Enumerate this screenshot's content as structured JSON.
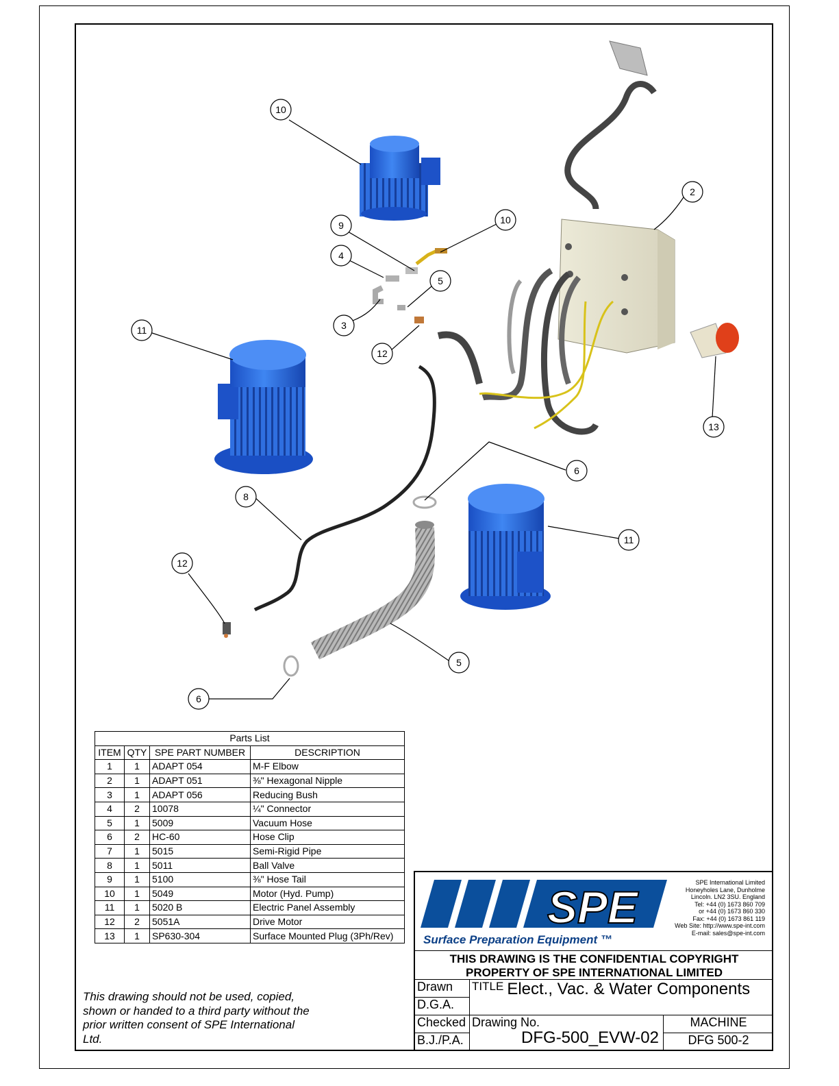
{
  "balloons": [
    "10",
    "10",
    "9",
    "4",
    "5",
    "3",
    "12",
    "11",
    "2",
    "13",
    "6",
    "8",
    "11",
    "12",
    "5",
    "6"
  ],
  "parts_list": {
    "caption": "Parts List",
    "headers": [
      "ITEM",
      "QTY",
      "SPE PART NUMBER",
      "DESCRIPTION"
    ],
    "rows": [
      [
        "1",
        "1",
        "ADAPT 054",
        "M-F Elbow"
      ],
      [
        "2",
        "1",
        "ADAPT 051",
        "⅜\" Hexagonal Nipple"
      ],
      [
        "3",
        "1",
        "ADAPT 056",
        "Reducing Bush"
      ],
      [
        "4",
        "2",
        "10078",
        "¼\" Connector"
      ],
      [
        "5",
        "1",
        "5009",
        "Vacuum Hose"
      ],
      [
        "6",
        "2",
        "HC-60",
        "Hose Clip"
      ],
      [
        "7",
        "1",
        "5015",
        "Semi-Rigid Pipe"
      ],
      [
        "8",
        "1",
        "5011",
        "Ball Valve"
      ],
      [
        "9",
        "1",
        "5100",
        "⅜\" Hose Tail"
      ],
      [
        "10",
        "1",
        "5049",
        "Motor (Hyd. Pump)"
      ],
      [
        "11",
        "1",
        "5020 B",
        "Electric Panel Assembly"
      ],
      [
        "12",
        "2",
        "5051A",
        "Drive Motor"
      ],
      [
        "13",
        "1",
        "SP630-304",
        "Surface Mounted Plug (3Ph/Rev)"
      ]
    ]
  },
  "title_block": {
    "logo_text": "SPE",
    "tagline": "Surface Preparation Equipment ™",
    "company_lines": [
      "SPE International Limited",
      "Honeyholes Lane, Dunholme",
      "Lincoln. LN2 3SU. England",
      "Tel: +44 (0) 1673 860 709",
      "or +44 (0) 1673 860 330",
      "Fax: +44 (0) 1673 861 119",
      "Web Site: http://www.spe-int.com",
      "E-mail: sales@spe-int.com"
    ],
    "confidential_line1": "THIS DRAWING IS THE CONFIDENTIAL COPYRIGHT",
    "confidential_line2": "PROPERTY  OF SPE INTERNATIONAL LIMITED",
    "drawn_label": "Drawn",
    "drawn_by": "D.G.A.",
    "title_label": "TITLE",
    "title": "Elect., Vac. & Water Components",
    "checked_label": "Checked",
    "checked_by": "B.J./P.A.",
    "drawing_no_label": "Drawing No.",
    "drawing_no": "DFG-500_EVW-02",
    "machine_label": "MACHINE",
    "machine": "DFG 500-2"
  },
  "notice": "This drawing should not be used, copied, shown or handed to a third party without the prior written consent of SPE International Ltd.",
  "colors": {
    "motor_blue": "#1f5fd6",
    "logo_blue": "#0b4f9c",
    "panel_beige": "#e8e4d2",
    "plug_red": "#e0401a",
    "cable_yellow": "#d8c21a"
  }
}
